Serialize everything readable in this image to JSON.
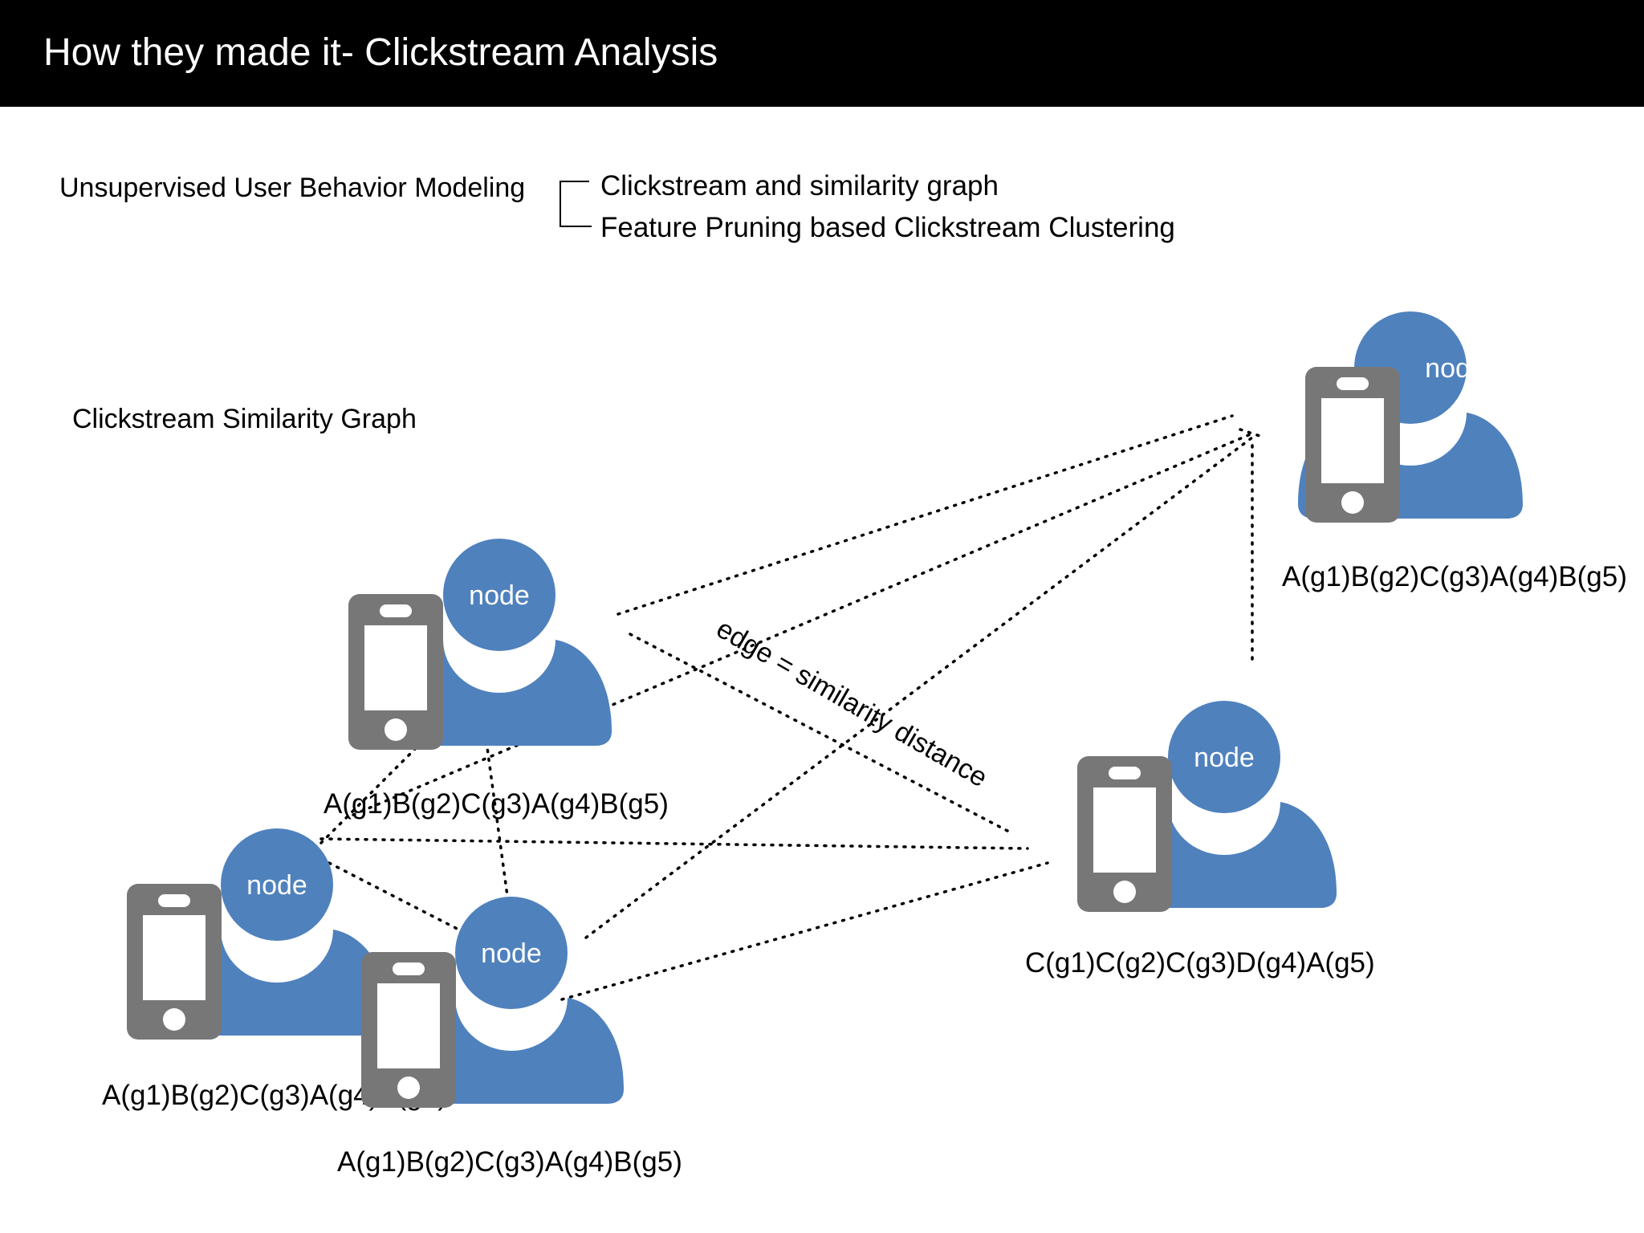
{
  "header": {
    "title": "How they made it- Clickstream Analysis"
  },
  "modeling": {
    "title": "Unsupervised User Behavior Modeling",
    "branches": [
      "Clickstream and similarity graph",
      "Feature Pruning based Clickstream Clustering"
    ]
  },
  "graph": {
    "title": "Clickstream Similarity Graph",
    "edge_label": "edge = similarity distance",
    "nodes": [
      {
        "label": "node",
        "sequence": "A(g1)B(g2)C(g3)A(g4)B(g5)"
      },
      {
        "label": "node",
        "sequence": "A(g1)B(g2)C(g3)A(g4)B(g5)"
      },
      {
        "label": "node",
        "sequence": "C(g1)C(g2)C(g3)D(g4)A(g5)"
      },
      {
        "label": "node",
        "sequence": "A(g1)B(g2)C(g3)A(g4)B(g5)"
      },
      {
        "label": "node",
        "sequence": "A(g1)B(g2)C(g3)A(g4)B(g5)"
      }
    ]
  },
  "colors": {
    "person": "#4f81bd",
    "phone": "#777777",
    "header_bg": "#000000",
    "header_text": "#ffffff"
  }
}
